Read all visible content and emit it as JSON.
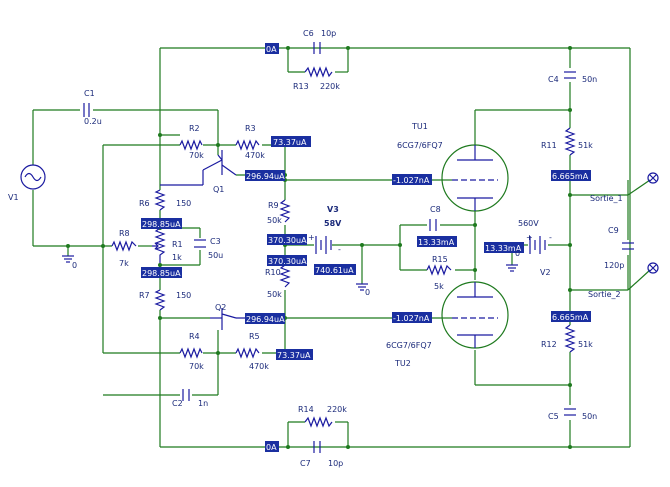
{
  "labels": {
    "C1": "C1",
    "C1v": "0.2u",
    "V1": "V1",
    "R2": "R2",
    "R2v": "70k",
    "R3": "R3",
    "R3v": "470k",
    "Q1": "Q1",
    "R6": "R6",
    "R6v": "150",
    "R8": "R8",
    "R8v": "7k",
    "R1": "R1",
    "R1v": "1k",
    "C3": "C3",
    "C3v": "50u",
    "R7": "R7",
    "R7v": "150",
    "Q2": "Q2",
    "R4": "R4",
    "R4v": "70k",
    "R5": "R5",
    "R5v": "470k",
    "C2": "C2",
    "C2v": "1n",
    "C6": "C6",
    "C6v": "10p",
    "R13": "R13",
    "R13v": "220k",
    "R9": "R9",
    "R9v": "50k",
    "R10": "R10",
    "R10v": "50k",
    "V3": "V3",
    "V3v": "58V",
    "C8": "C8",
    "R15": "R15",
    "R15v": "5k",
    "TU1": "TU1",
    "TU1v": "6CG7/6FQ7",
    "TU2": "TU2",
    "TU2v": "6CG7/6FQ7",
    "V2": "V2",
    "V2v": "560V",
    "C4": "C4",
    "C4v": "50n",
    "R11": "R11",
    "R11v": "51k",
    "R12": "R12",
    "R12v": "51k",
    "C9": "C9",
    "C9v": "120p",
    "C5": "C5",
    "C5v": "50n",
    "R14": "R14",
    "R14v": "220k",
    "C7": "C7",
    "C7v": "10p",
    "sortie1": "Sortie_1",
    "sortie2": "Sortie_2",
    "gnd0a": "0",
    "gnd0b": "0",
    "gnd0c": "0",
    "plus_v3": "+",
    "minus_v3": "-",
    "plus_v2": "+",
    "minus_v2": "-"
  },
  "probes": {
    "p_top": "0A",
    "p_r3": "73.37uA",
    "p_q1e": "296.94uA",
    "p_r6": "298.85uA",
    "p_r1": "298.85uA",
    "p_r9": "370.30uA",
    "p_r10": "370.30uA",
    "p_v3": "740.61uA",
    "p_tu1g": "-1.027nA",
    "p_c8": "13.33mA",
    "p_v2": "13.33mA",
    "p_r11": "6.665mA",
    "p_q2e": "296.94uA",
    "p_tu2g": "-1.027nA",
    "p_r12": "6.665mA",
    "p_r5": "73.37uA",
    "p_bot": "0A"
  }
}
